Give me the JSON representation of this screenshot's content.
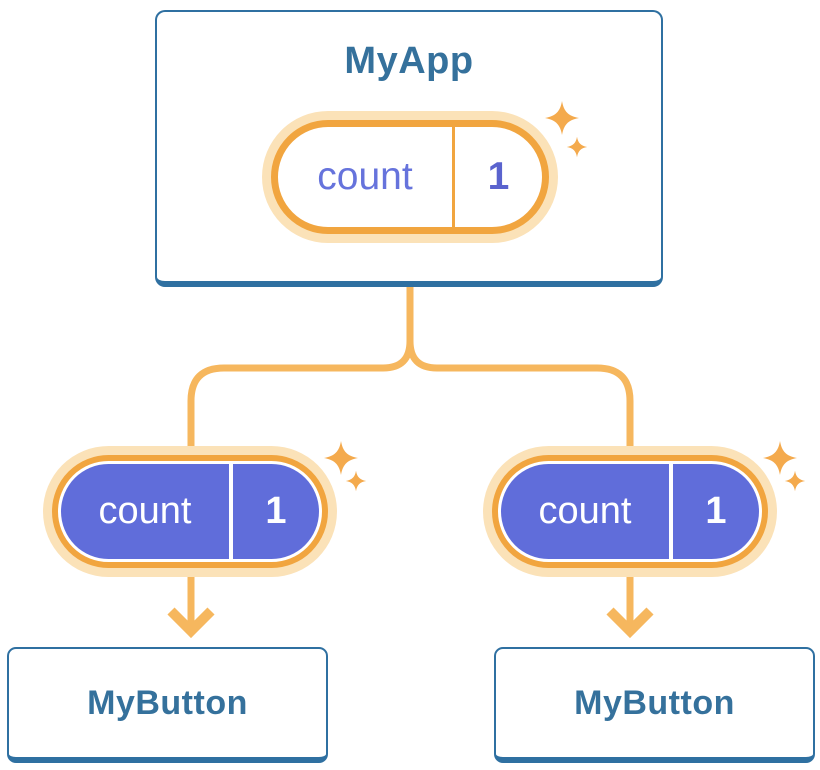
{
  "diagram": {
    "root": {
      "title": "MyApp",
      "state": {
        "name": "count",
        "value": "1"
      }
    },
    "children": [
      {
        "title": "MyButton",
        "state": {
          "name": "count",
          "value": "1"
        }
      },
      {
        "title": "MyButton",
        "state": {
          "name": "count",
          "value": "1"
        }
      }
    ],
    "icons": {
      "sparkle": "✦"
    },
    "colors": {
      "card_border": "#2F70A1",
      "card_text": "#35719C",
      "state_name_text": "#6673DC",
      "state_value_text": "#5A63CE",
      "child_state_fill": "#606DDA",
      "child_state_text": "#FFFFFF",
      "pill_ring_orange": "#F1A53F",
      "pill_halo_peach": "#FBE2B8",
      "connector_orange": "#F6B75E",
      "sparkle_orange": "#F4AA4D",
      "background": "#FFFFFF"
    }
  }
}
